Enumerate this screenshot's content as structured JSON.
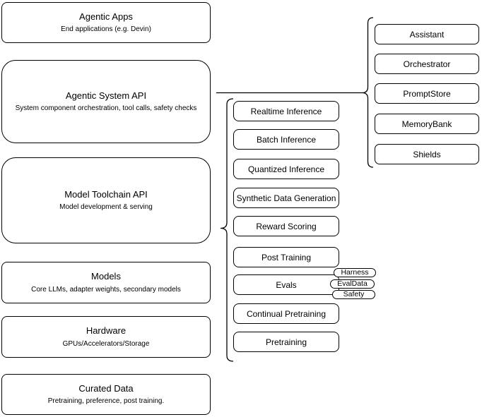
{
  "diagram": {
    "left_column": [
      {
        "title": "Agentic Apps",
        "subtitle": "End applications (e.g. Devin)"
      },
      {
        "title": "Agentic System API",
        "subtitle": "System component orchestration, tool calls, safety checks"
      },
      {
        "title": "Model Toolchain API",
        "subtitle": "Model development & serving"
      },
      {
        "title": "Models",
        "subtitle": "Core LLMs, adapter weights, secondary models"
      },
      {
        "title": "Hardware",
        "subtitle": "GPUs/Accelerators/Storage"
      },
      {
        "title": "Curated Data",
        "subtitle": "Pretraining, preference, post training."
      }
    ],
    "toolchain_items": [
      "Realtime Inference",
      "Batch Inference",
      "Quantized Inference",
      "Synthetic Data Generation",
      "Reward Scoring",
      "Post Training",
      "Evals",
      "Continual Pretraining",
      "Pretraining"
    ],
    "eval_tags": [
      "Harness",
      "EvalData",
      "Safety"
    ],
    "system_components": [
      "Assistant",
      "Orchestrator",
      "PromptStore",
      "MemoryBank",
      "Shields"
    ],
    "colors": {
      "stroke": "#000000",
      "box_fill": "#ffffff",
      "background": "#ffffff"
    }
  }
}
